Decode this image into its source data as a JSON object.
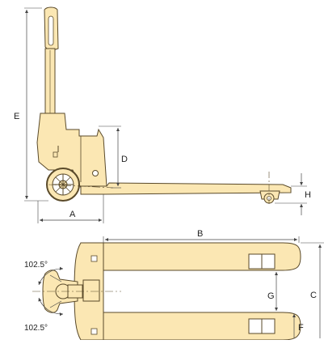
{
  "diagram": {
    "colors": {
      "body_fill": "#FBE7B3",
      "outline": "#5a4a2a",
      "dimension_line": "#444444",
      "background": "#ffffff"
    },
    "side_view": {
      "labels": {
        "overall_height": "E",
        "chassis_height": "D",
        "wheel_offset": "A",
        "lowered_fork_height": "H"
      }
    },
    "top_view": {
      "labels": {
        "fork_length": "B",
        "overall_width": "C",
        "inner_fork_gap": "G",
        "fork_width": "F",
        "steering_angle_upper": "102.5°",
        "steering_angle_lower": "102.5°"
      }
    }
  }
}
